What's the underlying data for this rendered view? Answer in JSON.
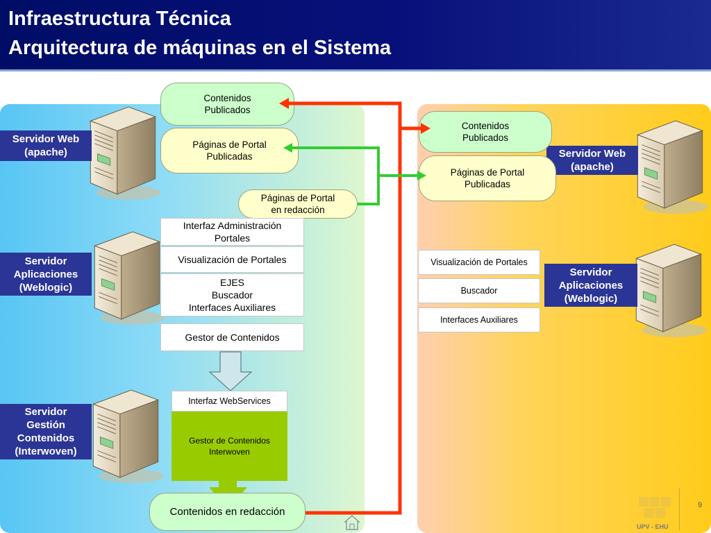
{
  "header": {
    "title_line1": "Infraestructura Técnica",
    "title_line2": "Arquitectura de máquinas en el Sistema"
  },
  "left": {
    "labels": {
      "web": "Servidor Web\n(apache)",
      "app": "Servidor\nAplicaciones\n(Weblogic)",
      "content": "Servidor\nGestión\nContenidos\n(Interwoven)"
    },
    "contenidos_publicados": "Contenidos\nPublicados",
    "paginas_publicadas": "Páginas de Portal\nPublicadas",
    "paginas_redaccion": "Páginas de Portal\nen redacción",
    "interfaz_admin": "Interfaz Administración\nPortales",
    "visualizacion": "Visualización de Portales",
    "ejes": "EJES\nBuscador\nInterfaces Auxiliares",
    "gestor": "Gestor de Contenidos",
    "interfaz_ws": "Interfaz WebServices",
    "gestor_interwoven": "Gestor de Contenidos\nInterwoven",
    "contenidos_redaccion": "Contenidos en redacción"
  },
  "right": {
    "labels": {
      "web": "Servidor Web\n(apache)",
      "app": "Servidor\nAplicaciones\n(Weblogic)"
    },
    "contenidos_publicados": "Contenidos\nPublicados",
    "paginas_publicadas": "Páginas de Portal\nPublicadas",
    "visualizacion": "Visualización de Portales",
    "buscador": "Buscador",
    "interfaces": "Interfaces Auxiliares"
  },
  "footer": {
    "logo_text": "UPV - EHU",
    "page_number": "9"
  },
  "colors": {
    "header_bg": "#000d66",
    "label_bg": "#2b3595",
    "red_arrow": "#ff3300",
    "green_arrow": "#33cc33",
    "interwoven_green": "#99cc00"
  },
  "icons": [
    "server-icon",
    "down-arrow-icon",
    "home-icon",
    "university-logo"
  ]
}
